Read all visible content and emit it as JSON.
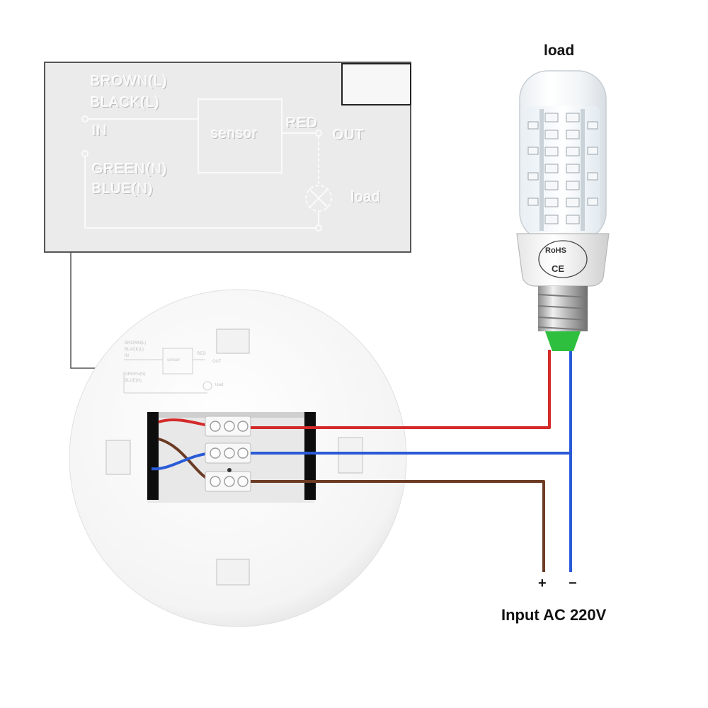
{
  "top_label": "load",
  "panel": {
    "brown": "BROWN(L)",
    "black": "BLACK(L)",
    "in": "IN",
    "sensor": "sensor",
    "red": "RED",
    "out": "OUT",
    "green": "GREEN(N)",
    "blue": "BLUE(N)",
    "load": "load"
  },
  "bulb": {
    "rohs": "RoHS",
    "ce": "CE"
  },
  "input": {
    "plus": "+",
    "minus": "−",
    "label": "Input AC 220V"
  },
  "wire_colors": {
    "red": "#d42a2a",
    "blue": "#2a5bd6",
    "brown": "#6b3b24"
  }
}
